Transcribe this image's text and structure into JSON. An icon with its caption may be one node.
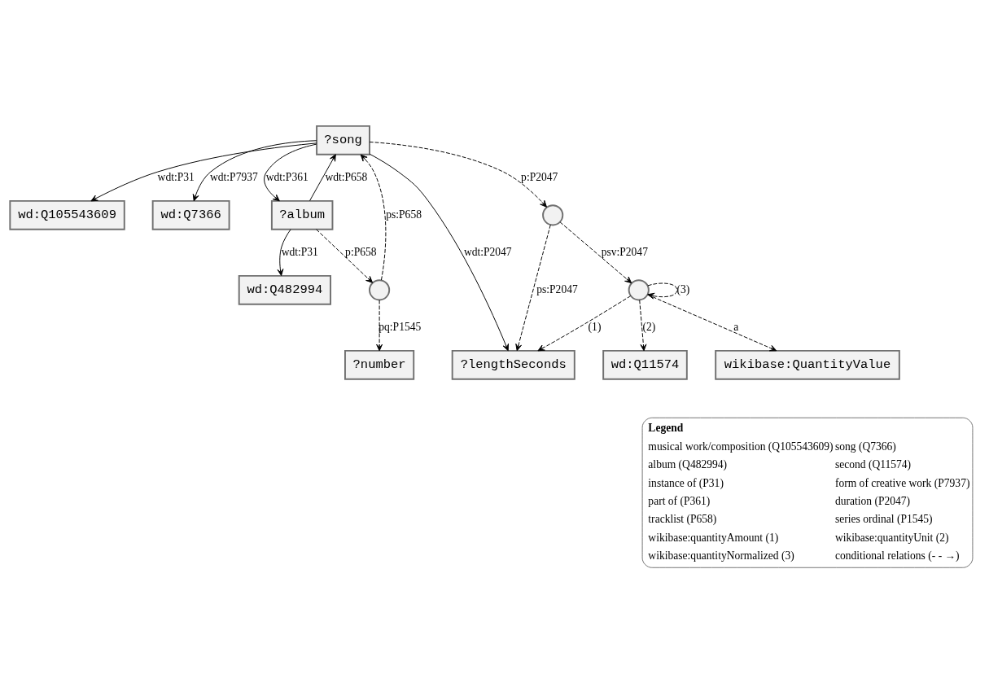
{
  "diagram": {
    "nodes": [
      {
        "text": [
          "wd:Q105543609"
        ]
      },
      {
        "text": [
          "?song"
        ]
      },
      {
        "text": [
          "wd:Q7366"
        ]
      },
      {
        "text": [
          "?album"
        ]
      },
      {
        "text": [
          "wd:Q482994"
        ]
      },
      {
        "text": [
          "?lengthSeconds"
        ]
      },
      {
        "text": [],
        "shape": "circle"
      },
      {
        "text": [],
        "shape": "circle"
      },
      {
        "text": [
          "?number"
        ]
      },
      {
        "text": [
          "wd:Q11574"
        ]
      },
      {
        "text": [],
        "shape": "circle"
      },
      {
        "text": [
          "wikibase:QuantityValue"
        ]
      }
    ],
    "edges": [
      {
        "from": 1,
        "to": 0,
        "arrow": "to",
        "label": "wdt:P31"
      },
      {
        "from": 1,
        "to": 2,
        "arrow": "to",
        "label": "wdt:P7937"
      },
      {
        "from": 1,
        "to": 3,
        "arrow": "to",
        "label": "wdt:P361"
      },
      {
        "from": 3,
        "to": 1,
        "arrow": "to",
        "label": "wdt:P658"
      },
      {
        "from": 3,
        "to": 4,
        "arrow": "to",
        "label": "wdt:P31"
      },
      {
        "from": 1,
        "to": 5,
        "arrow": "to",
        "label": "wdt:P2047"
      },
      {
        "from": 1,
        "to": 6,
        "arrow": "to",
        "label": "p:P2047",
        "style": "dashed"
      },
      {
        "from": 6,
        "to": 5,
        "arrow": "to",
        "label": "ps:P2047",
        "style": "dashed"
      },
      {
        "from": 3,
        "to": 7,
        "arrow": "to",
        "label": "p:P658",
        "style": "dashed"
      },
      {
        "from": 7,
        "to": 1,
        "arrow": "to",
        "label": "ps:P658",
        "style": "dashed"
      },
      {
        "from": 7,
        "to": 8,
        "arrow": "to",
        "label": "pq:P1545",
        "style": "dashed"
      },
      {
        "from": 6,
        "to": 10,
        "arrow": "to",
        "label": "psv:P2047",
        "style": "dashed"
      },
      {
        "from": 10,
        "to": 5,
        "arrow": "to",
        "label": "(1)",
        "style": "dashed"
      },
      {
        "from": 10,
        "to": 9,
        "arrow": "to",
        "label": "(2)",
        "style": "dashed"
      },
      {
        "from": 10,
        "to": 10,
        "arrow": "to",
        "label": "(3)",
        "style": "dashed"
      },
      {
        "from": 10,
        "to": 11,
        "arrow": "to",
        "label": "a",
        "style": "dashed"
      }
    ],
    "labels": [
      "Legend"
    ],
    "legend": [
      {
        "text": "musical work/composition (Q105543609)"
      },
      {
        "text": "song (Q7366)"
      },
      {
        "text": "album (Q482994)"
      },
      {
        "text": "second (Q11574)"
      },
      {
        "text": "instance of (P31)"
      },
      {
        "text": "form of creative work (P7937)"
      },
      {
        "text": "part of (P361)"
      },
      {
        "text": "duration (P2047)"
      },
      {
        "text": "tracklist (P658)"
      },
      {
        "text": "series ordinal (P1545)"
      },
      {
        "text": "wikibase:quantityAmount (1)"
      },
      {
        "text": "wikibase:quantityUnit (2)"
      },
      {
        "text": "wikibase:quantityNormalized (3)"
      },
      {
        "text": "conditional relations (- - →)"
      }
    ]
  }
}
